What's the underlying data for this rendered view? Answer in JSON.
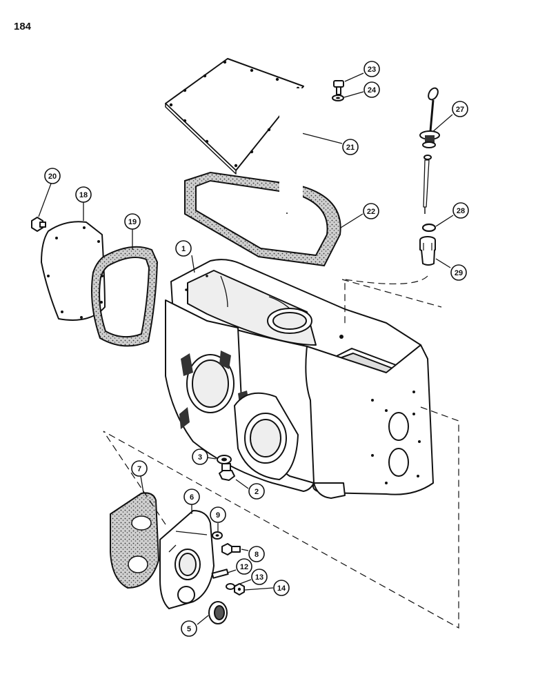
{
  "page": {
    "number": "184"
  },
  "callouts": [
    {
      "id": "c1",
      "label": "1"
    },
    {
      "id": "c2",
      "label": "2"
    },
    {
      "id": "c3",
      "label": "3"
    },
    {
      "id": "c5",
      "label": "5"
    },
    {
      "id": "c6",
      "label": "6"
    },
    {
      "id": "c7",
      "label": "7"
    },
    {
      "id": "c8",
      "label": "8"
    },
    {
      "id": "c9",
      "label": "9"
    },
    {
      "id": "c12",
      "label": "12"
    },
    {
      "id": "c13",
      "label": "13"
    },
    {
      "id": "c14",
      "label": "14"
    },
    {
      "id": "c18",
      "label": "18"
    },
    {
      "id": "c19",
      "label": "19"
    },
    {
      "id": "c20",
      "label": "20"
    },
    {
      "id": "c21",
      "label": "21"
    },
    {
      "id": "c22",
      "label": "22"
    },
    {
      "id": "c23",
      "label": "23"
    },
    {
      "id": "c24",
      "label": "24"
    },
    {
      "id": "c27",
      "label": "27"
    },
    {
      "id": "c28",
      "label": "28"
    },
    {
      "id": "c29",
      "label": "29"
    }
  ]
}
